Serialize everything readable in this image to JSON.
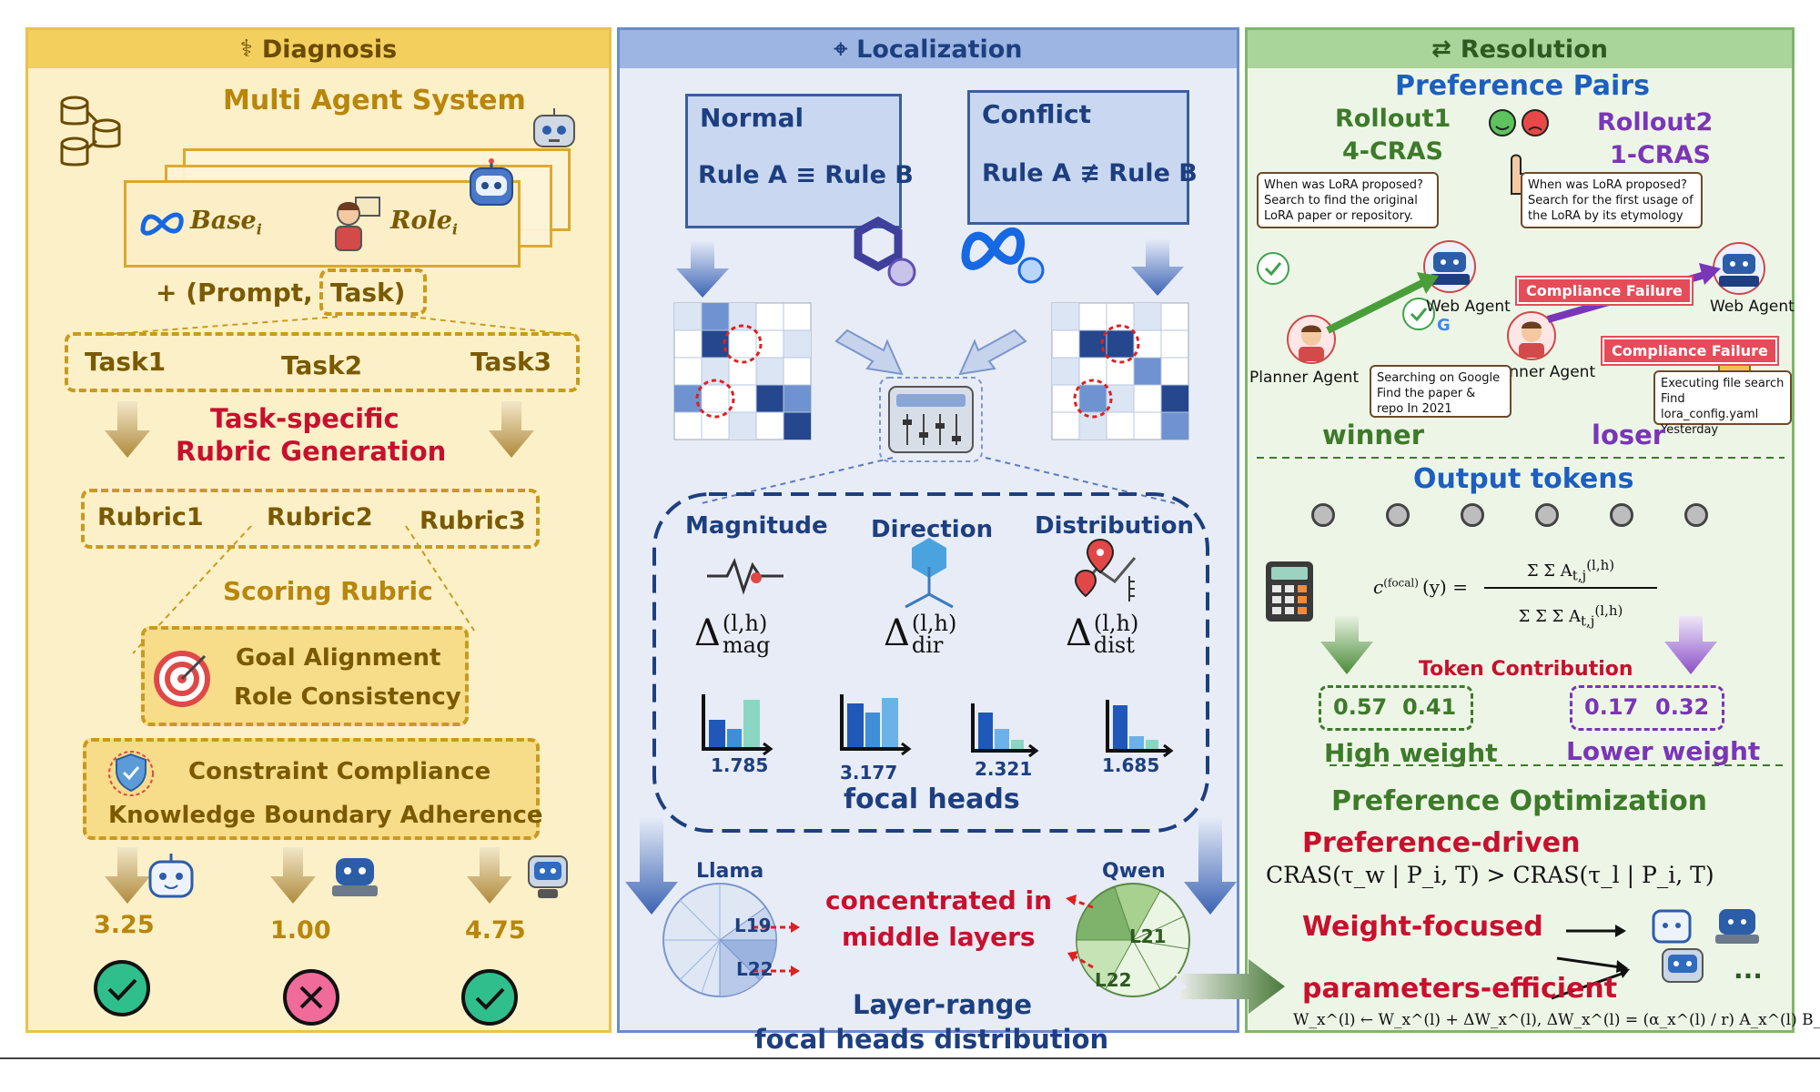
{
  "colors": {
    "diagnosis_bg": "#fbf0c8",
    "diagnosis_header": "#f3cf5e",
    "localization_bg": "#e7ecf6",
    "localization_header": "#9db5e2",
    "resolution_bg": "#edf6e6",
    "resolution_header": "#a9d59a",
    "accent_red": "#c8102e",
    "accent_purple": "#7a35b8",
    "accent_green": "#3d7a2a",
    "accent_blue": "#1d3f80"
  },
  "diagnosis": {
    "header": "Diagnosis",
    "title": "Multi Agent System",
    "base_label": "Base",
    "role_label": "Role",
    "index_sub": "i",
    "prompt_plus": "+ (Prompt,",
    "task_label": "Task)",
    "tasks": [
      "Task1",
      "Task2",
      "Task3"
    ],
    "rubric_gen_line1": "Task-specific",
    "rubric_gen_line2": "Rubric Generation",
    "rubrics": [
      "Rubric1",
      "Rubric2",
      "Rubric3"
    ],
    "scoring_title": "Scoring Rubric",
    "goal_alignment": "Goal Alignment",
    "role_consistency": "Role Consistency",
    "constraint_compliance": "Constraint Compliance",
    "knowledge_boundary": "Knowledge Boundary Adherence",
    "scores": [
      "3.25",
      "1.00",
      "4.75"
    ],
    "score_marks": [
      "check",
      "cross",
      "check"
    ]
  },
  "localization": {
    "header": "Localization",
    "normal_title": "Normal",
    "normal_rule": "Rule A ≡ Rule B",
    "conflict_title": "Conflict",
    "conflict_rule": "Rule A ≢ Rule B",
    "metrics": [
      {
        "name": "Magnitude",
        "sym": "Δ",
        "sup": "(l,h)",
        "sub": "mag"
      },
      {
        "name": "Direction",
        "sym": "Δ",
        "sup": "(l,h)",
        "sub": "dir"
      },
      {
        "name": "Distribution",
        "sym": "Δ",
        "sup": "(l,h)",
        "sub": "dist"
      }
    ],
    "bar_values": [
      "1.785",
      "3.177",
      "2.321",
      "1.685"
    ],
    "focal_heads": "focal heads",
    "llama_label": "Llama",
    "qwen_label": "Qwen",
    "llama_layers": [
      "L19",
      "L22"
    ],
    "qwen_layers": [
      "L21",
      "L22"
    ],
    "concentrated_line1": "concentrated in",
    "concentrated_line2": "middle layers",
    "layer_range_line1": "Layer-range",
    "layer_range_line2": "focal heads distribution"
  },
  "resolution": {
    "header": "Resolution",
    "pref_pairs_title": "Preference Pairs",
    "rollout1_line1": "Rollout1",
    "rollout1_line2": "4-CRAS",
    "rollout2_line1": "Rollout2",
    "rollout2_line2": "1-CRAS",
    "q1": "When was LoRA proposed? Search to find the original LoRA paper or repository.",
    "q2": "When was LoRA proposed? Search for the first usage of the LoRA by its etymology",
    "web_agent": "Web Agent",
    "planner_agent": "Planner Agent",
    "compliance_failure": "Compliance Failure",
    "search_result": "Searching on Google Find the paper & repo In 2021",
    "file_result": "Executing file search Find lora_config.yaml Yesterday",
    "winner": "winner",
    "loser": "loser",
    "output_tokens_title": "Output tokens",
    "focal_lhs": "c",
    "focal_sup": "(focal)",
    "focal_arg": "(y) =",
    "token_contribution": "Token Contribution",
    "high_values": [
      "0.57",
      "0.41"
    ],
    "low_values": [
      "0.17",
      "0.32"
    ],
    "high_weight": "High weight",
    "lower_weight": "Lower weight",
    "pref_opt_title": "Preference Optimization",
    "pref_driven": "Preference-driven",
    "cras_formula": "CRAS(τ_w | P_i, T) > CRAS(τ_l | P_i, T)",
    "weight_focused": "Weight-focused",
    "param_efficient": "parameters-efficient",
    "ellipsis": "...",
    "update_formula": "W_x^(l) ← W_x^(l) + ΔW_x^(l),      ΔW_x^(l) = (α_x^(l) / r) A_x^(l) B_x^(l)⊤"
  }
}
